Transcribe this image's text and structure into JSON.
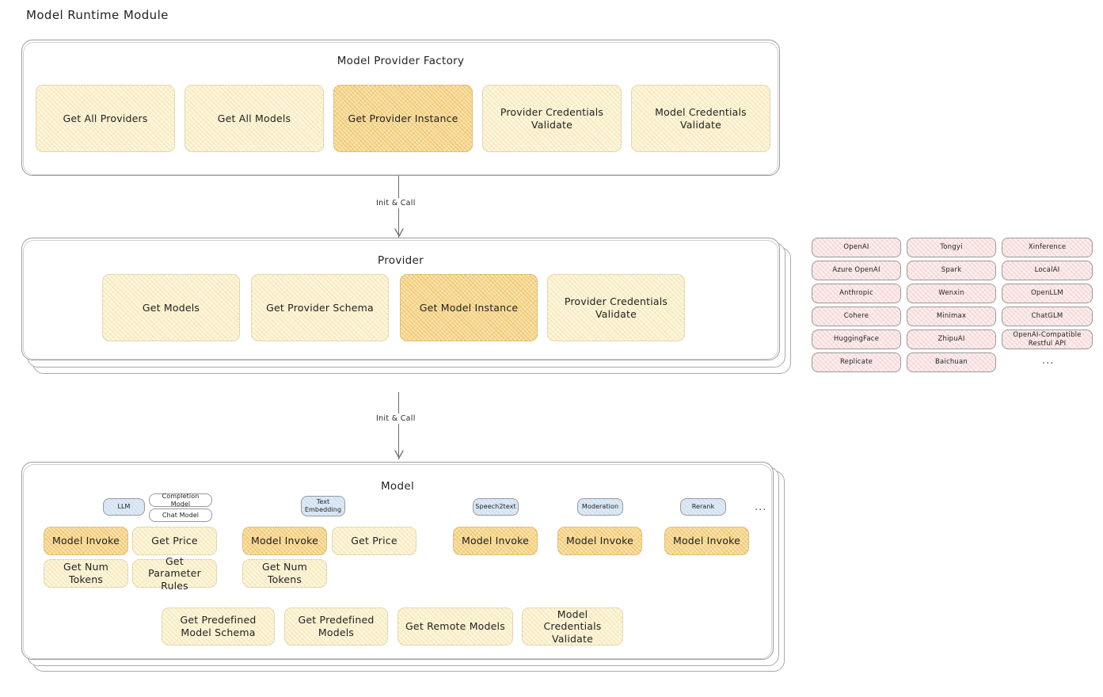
{
  "page": {
    "title": "Model Runtime Module"
  },
  "sections": [
    {
      "id": "model-provider-factory",
      "title": "Model Provider Factory",
      "nodes": [
        {
          "label": "Get All Providers",
          "style": "yellow"
        },
        {
          "label": "Get All Models",
          "style": "yellow"
        },
        {
          "label": "Get Provider Instance",
          "style": "orange"
        },
        {
          "label": "Provider Credentials Validate",
          "style": "yellow"
        },
        {
          "label": "Model Credentials Validate",
          "style": "yellow"
        }
      ]
    },
    {
      "id": "provider",
      "title": "Provider",
      "nodes": [
        {
          "label": "Get Models",
          "style": "yellow"
        },
        {
          "label": "Get Provider Schema",
          "style": "yellow"
        },
        {
          "label": "Get Model Instance",
          "style": "orange"
        },
        {
          "label": "Provider Credentials Validate",
          "style": "yellow"
        }
      ]
    },
    {
      "id": "model",
      "title": "Model"
    }
  ],
  "connectors": [
    {
      "id": "factory-to-provider",
      "label": "Init & Call"
    },
    {
      "id": "provider-to-model",
      "label": "Init & Call"
    }
  ],
  "provider_list": {
    "columns": [
      [
        "OpenAI",
        "Azure OpenAI",
        "Anthropic",
        "Cohere",
        "HuggingFace",
        "Replicate"
      ],
      [
        "Tongyi",
        "Spark",
        "Wenxin",
        "Minimax",
        "ZhipuAI",
        "Baichuan"
      ],
      [
        "Xinference",
        "LocalAI",
        "OpenLLM",
        "ChatGLM",
        "OpenAI-Compatible Restful API"
      ]
    ],
    "more": "..."
  },
  "model_types": [
    {
      "tag": "LLM",
      "subtags": [
        "Completion Model",
        "Chat Model"
      ],
      "methods_row1": [
        {
          "label": "Model Invoke",
          "style": "orange"
        },
        {
          "label": "Get Price",
          "style": "yellow"
        }
      ],
      "methods_row2": [
        {
          "label": "Get Num Tokens",
          "style": "yellow"
        },
        {
          "label": "Get Parameter Rules",
          "style": "yellow"
        }
      ]
    },
    {
      "tag": "Text Embedding",
      "subtags": [],
      "methods_row1": [
        {
          "label": "Model Invoke",
          "style": "orange"
        },
        {
          "label": "Get Price",
          "style": "yellow"
        }
      ],
      "methods_row2": [
        {
          "label": "Get Num Tokens",
          "style": "yellow"
        }
      ]
    },
    {
      "tag": "Speech2text",
      "subtags": [],
      "methods_row1": [
        {
          "label": "Model Invoke",
          "style": "orange"
        }
      ],
      "methods_row2": []
    },
    {
      "tag": "Moderation",
      "subtags": [],
      "methods_row1": [
        {
          "label": "Model Invoke",
          "style": "orange"
        }
      ],
      "methods_row2": []
    },
    {
      "tag": "Rerank",
      "subtags": [],
      "methods_row1": [
        {
          "label": "Model Invoke",
          "style": "orange"
        }
      ],
      "methods_row2": []
    }
  ],
  "model_types_more": "...",
  "model_common_methods": [
    {
      "label": "Get Predefined Model Schema",
      "style": "yellow"
    },
    {
      "label": "Get Predefined Models",
      "style": "yellow"
    },
    {
      "label": "Get Remote Models",
      "style": "yellow"
    },
    {
      "label": "Model Credentials Validate",
      "style": "yellow"
    }
  ],
  "colors": {
    "highlight_orange": "#fbe3ad",
    "pale_yellow": "#fdf6dd",
    "provider_pink": "#fdeeee",
    "model_type_blue": "#ddeaf6",
    "stroke_gray": "#9c9c9c",
    "text": "#1f1f1f"
  }
}
